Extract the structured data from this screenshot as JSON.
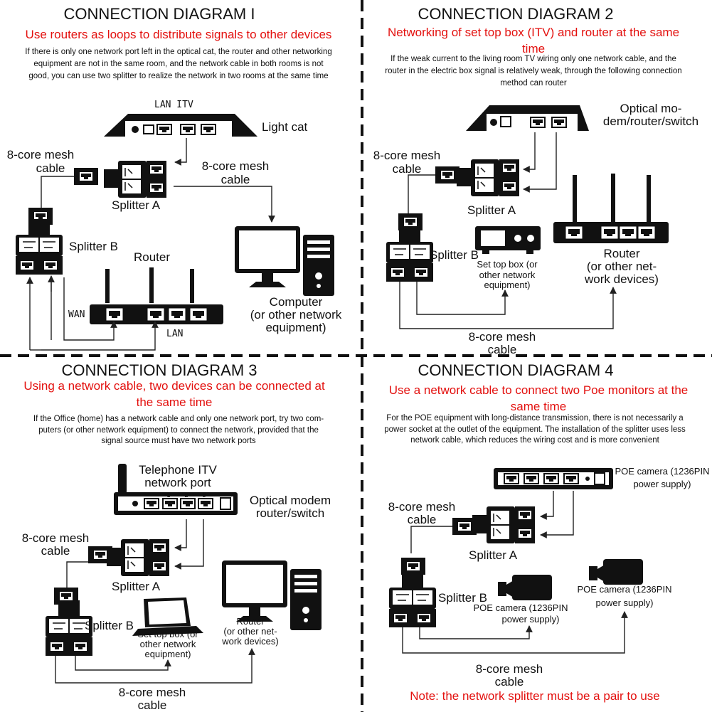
{
  "colors": {
    "accent_red": "#e3100e",
    "ink": "#111111",
    "background": "#ffffff"
  },
  "panel1": {
    "title": "CONNECTION DIAGRAM I",
    "subtitle": "Use routers as loops to distribute signals to other devices",
    "desc_lines": [
      "If there is only one network port left in the optical cat, the router and other networking",
      "equipment are not in the same room, and the network cable in both rooms is not",
      "good, you can use two splitter to realize the network in two rooms at the same time"
    ],
    "port_header": "LAN  ITV",
    "light_cat": "Light cat",
    "mesh_cable_left": [
      "8-core mesh",
      "cable"
    ],
    "mesh_cable_right": [
      "8-core mesh",
      "cable"
    ],
    "splitter_a": "Splitter A",
    "splitter_b": "Splitter B",
    "router": "Router",
    "wan": "WAN",
    "lan": "LAN",
    "computer": [
      "Computer",
      "(or other network",
      "equipment)"
    ]
  },
  "panel2": {
    "title": "CONNECTION DIAGRAM 2",
    "subtitle_lines": [
      "Networking of set top box (ITV) and router at the same",
      "time"
    ],
    "desc_lines": [
      "If the weak current to the living room TV wiring only one network cable, and the",
      "router in the electric box signal is relatively weak, through the following connection",
      "method can router"
    ],
    "modem": [
      "Optical mo-",
      "dem/router/switch"
    ],
    "mesh_cable_left": [
      "8-core mesh",
      "cable"
    ],
    "splitter_a": "Splitter A",
    "splitter_b": "Splitter B",
    "set_top_box": [
      "Set top box (or",
      "other network",
      "equipment)"
    ],
    "router": [
      "Router",
      "(or other net-",
      "work devices)"
    ],
    "mesh_cable_bottom": [
      "8-core mesh",
      "cable"
    ]
  },
  "panel3": {
    "title": "CONNECTION DIAGRAM 3",
    "subtitle_lines": [
      "Using a network cable, two devices can be connected at",
      "the same time"
    ],
    "desc_lines": [
      "If the Office (home) has a network cable and only one network port, try two com-",
      "puters (or other network equipment) to connect the network, provided that the",
      "signal source must have two network ports"
    ],
    "telephone_itv": [
      "Telephone ITV",
      "network port"
    ],
    "port_numbers": [
      "1",
      "2",
      "3"
    ],
    "modem": [
      "Optical modem",
      "router/switch"
    ],
    "mesh_cable_left": [
      "8-core mesh",
      "cable"
    ],
    "splitter_a": "Splitter A",
    "splitter_b": "Splitter B",
    "set_top_box": [
      "Set top box (or",
      "other network",
      "equipment)"
    ],
    "router": [
      "Router",
      "(or other net-",
      "work devices)"
    ],
    "mesh_cable_bottom": [
      "8-core mesh",
      "cable"
    ]
  },
  "panel4": {
    "title": "CONNECTION DIAGRAM 4",
    "subtitle_lines": [
      "Use a network cable to connect two Poe monitors at the",
      "same time"
    ],
    "desc_lines": [
      "For the POE equipment with long-distance transmission, there is not necessarily a",
      "power socket at the outlet of the equipment. The installation of the splitter uses less",
      "network cable, which reduces the wiring cost and is more convenient"
    ],
    "poe_switch": [
      "POE camera (1236PIN",
      "power supply)"
    ],
    "mesh_cable_left": [
      "8-core mesh",
      "cable"
    ],
    "splitter_a": "Splitter A",
    "splitter_b": "Splitter B",
    "camera_1": [
      "POE camera (1236PIN",
      "power supply)"
    ],
    "camera_2": [
      "POE camera (1236PIN",
      "power supply)"
    ],
    "mesh_cable_bottom": [
      "8-core mesh",
      "cable"
    ],
    "note": "Note: the network splitter must be a pair to use"
  }
}
